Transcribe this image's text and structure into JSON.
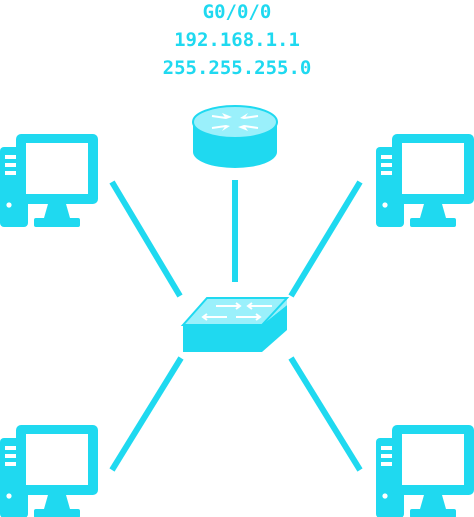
{
  "router": {
    "interface": "G0/0/0",
    "ip_address": "192.168.1.1",
    "subnet_mask": "255.255.255.0"
  },
  "colors": {
    "accent": "#1fd9f0",
    "accent_light": "#9af0fb",
    "background": "#ffffff"
  },
  "icons": [
    "router-icon",
    "switch-icon",
    "pc-icon"
  ]
}
